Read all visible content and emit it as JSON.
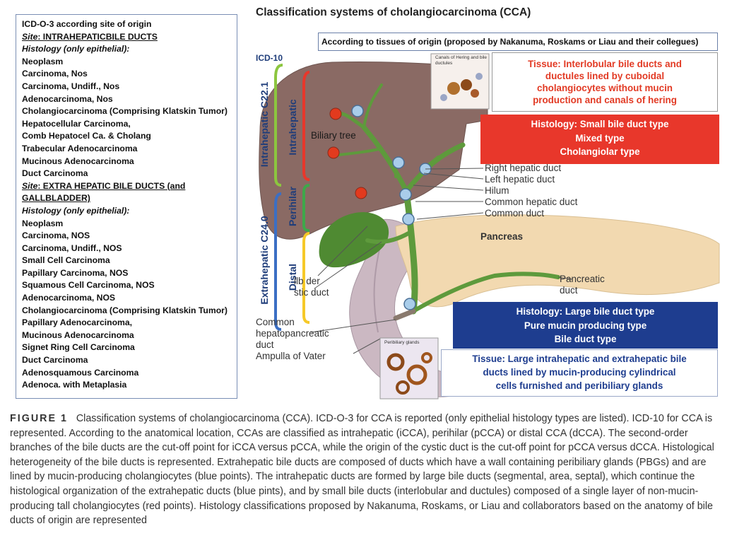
{
  "icd_o3": {
    "lines": [
      {
        "text": "ICD-O-3 according site of origin",
        "style": "bold"
      },
      {
        "prefix": "Site",
        "text": ": INTRAHEPATICBILE DUCTS",
        "style": "site"
      },
      {
        "text": "Histology (only epithelial):",
        "style": "italic"
      },
      {
        "text": "Neoplasm",
        "style": "bold"
      },
      {
        "text": "Carcinoma, Nos",
        "style": "bold"
      },
      {
        "text": "Carcinoma, Undiff., Nos",
        "style": "bold"
      },
      {
        "text": "Adenocarcinoma, Nos",
        "style": "bold"
      },
      {
        "text": "Cholangiocarcinoma (Comprising Klatskin Tumor)",
        "style": "bold"
      },
      {
        "text": "Hepatocellular Carcinoma,",
        "style": "bold"
      },
      {
        "text": "Comb Hepatocel Ca. & Cholang",
        "style": "bold"
      },
      {
        "text": "Trabecular Adenocarcinoma",
        "style": "bold"
      },
      {
        "text": "Mucinous Adenocarcinoma",
        "style": "bold"
      },
      {
        "text": "Duct Carcinoma",
        "style": "bold"
      },
      {
        "prefix": "Site",
        "text": ": EXTRA HEPATIC BILE DUCTS (and",
        "style": "site"
      },
      {
        "text": "GALLBLADDER)",
        "style": "underline"
      },
      {
        "text": "Histology (only epithelial):",
        "style": "italic"
      },
      {
        "text": "Neoplasm",
        "style": "bold"
      },
      {
        "text": "Carcinoma, NOS",
        "style": "bold"
      },
      {
        "text": "Carcinoma, Undiff., NOS",
        "style": "bold"
      },
      {
        "text": "Small Cell Carcinoma",
        "style": "bold"
      },
      {
        "text": "Papillary Carcinoma, NOS",
        "style": "bold"
      },
      {
        "text": "Squamous Cell Carcinoma, NOS",
        "style": "bold"
      },
      {
        "text": "Adenocarcinoma, NOS",
        "style": "bold"
      },
      {
        "text": "Cholangiocarcinoma (Comprising Klatskin Tumor)",
        "style": "bold"
      },
      {
        "text": "Papillary Adenocarcinoma,",
        "style": "bold"
      },
      {
        "text": "Mucinous Adenocarcinoma",
        "style": "bold"
      },
      {
        "text": "Signet Ring Cell Carcinoma",
        "style": "bold"
      },
      {
        "text": "Duct Carcinoma",
        "style": "bold"
      },
      {
        "text": "Adenosquamous Carcinoma",
        "style": "bold"
      },
      {
        "text": "Adenoca. with Metaplasia",
        "style": "bold"
      }
    ]
  },
  "title": "Classification systems of cholangiocarcinoma (CCA)",
  "origin_header": "According to tissues of origin (proposed by Nakanuma, Roskams or Liau and their collegues)",
  "icd10": {
    "label": "ICD-10",
    "intrahepatic_code": "Intrahepatic C22.1",
    "extrahepatic_code": "Extrahepatic C24.0"
  },
  "anatomic_labels": {
    "intrahepatic": "Intrahepatic",
    "perihilar": "Perihilar",
    "distal": "Distal"
  },
  "diagram_labels": {
    "biliary_tree": "Biliary tree",
    "right_hepatic_duct": "Right hepatic duct",
    "left_hepatic_duct": "Left hepatic duct",
    "hilum": "Hilum",
    "common_hepatic_duct": "Common hepatic duct",
    "common_duct": "Common duct",
    "pancreas": "Pancreas",
    "pancreatic_duct_1": "Pancreatic",
    "pancreatic_duct_2": "duct",
    "gallbladder_fragment": "llb    der",
    "cystic_duct_fragment": "stic duct",
    "common_hepatopancreatic_1": "Common",
    "common_hepatopancreatic_2": "hepatopancreatic",
    "common_hepatopancreatic_3": "duct",
    "ampulla": "Ampulla of Vater",
    "thumb_top_caption": "Canals of Hering and bile ductules",
    "thumb_bottom_caption": "Peribiliary glands"
  },
  "tissue_small": {
    "lines": [
      "Tissue: Interlobular bile ducts and",
      "ductules lined by cuboidal",
      "cholangiocytes without mucin",
      "production and canals of hering"
    ]
  },
  "histology_small": {
    "lines": [
      "Histology: Small bile duct type",
      "Mixed type",
      "Cholangiolar type"
    ]
  },
  "histology_large": {
    "lines": [
      "Histology: Large bile duct type",
      "Pure mucin producing type",
      "Bile duct type"
    ]
  },
  "tissue_large": {
    "lines": [
      "Tissue: Large intrahepatic and extrahepatic bile",
      "ducts lined by mucin-producing cylindrical",
      "cells furnished and peribiliary glands"
    ]
  },
  "caption": {
    "figure_label": "FIGURE 1",
    "text": "Classification systems of cholangiocarcinoma (CCA). ICD-O-3 for CCA is reported (only epithelial histology types are listed). ICD-10 for CCA is represented. According to the anatomical location, CCAs are classified as intrahepatic (iCCA), perihilar (pCCA) or distal CCA (dCCA). The second-order branches of the bile ducts are the cut-off point for iCCA versus pCCA, while the origin of the cystic duct is the cut-off point for pCCA versus dCCA. Histological heterogeneity of the bile ducts is represented. Extrahepatic bile ducts are composed of ducts which have a wall containing peribiliary glands (PBGs) and are lined by mucin-producing cholangiocytes (blue points). The intrahepatic ducts are formed by large bile ducts (segmental, area, septal), which continue the histological organization of the extrahepatic ducts (blue pints), and by small bile ducts (interlobular and ductules) composed of a single layer of non-mucin-producing tall cholangiocytes (red points). Histology classifications proposed by Nakanuma, Roskams, or Liau and collaborators based on the anatomy of bile ducts of origin are represented"
  },
  "colors": {
    "liver": "#8a6a64",
    "bile_duct": "#5e9a3c",
    "gallbladder": "#4f8a32",
    "pancreas": "#f2d9b0",
    "duodenum": "#cbb8c2",
    "red_point": "#e23a1e",
    "blue_point": "#a9cdea",
    "bracket_intra_green": "#8cc63f",
    "bracket_red": "#e8372b",
    "bracket_green": "#3ea84a",
    "bracket_yellow": "#f6c928",
    "bracket_blue": "#3b6fc4",
    "accent_red": "#e8372b",
    "accent_blue": "#1e3d8f"
  }
}
